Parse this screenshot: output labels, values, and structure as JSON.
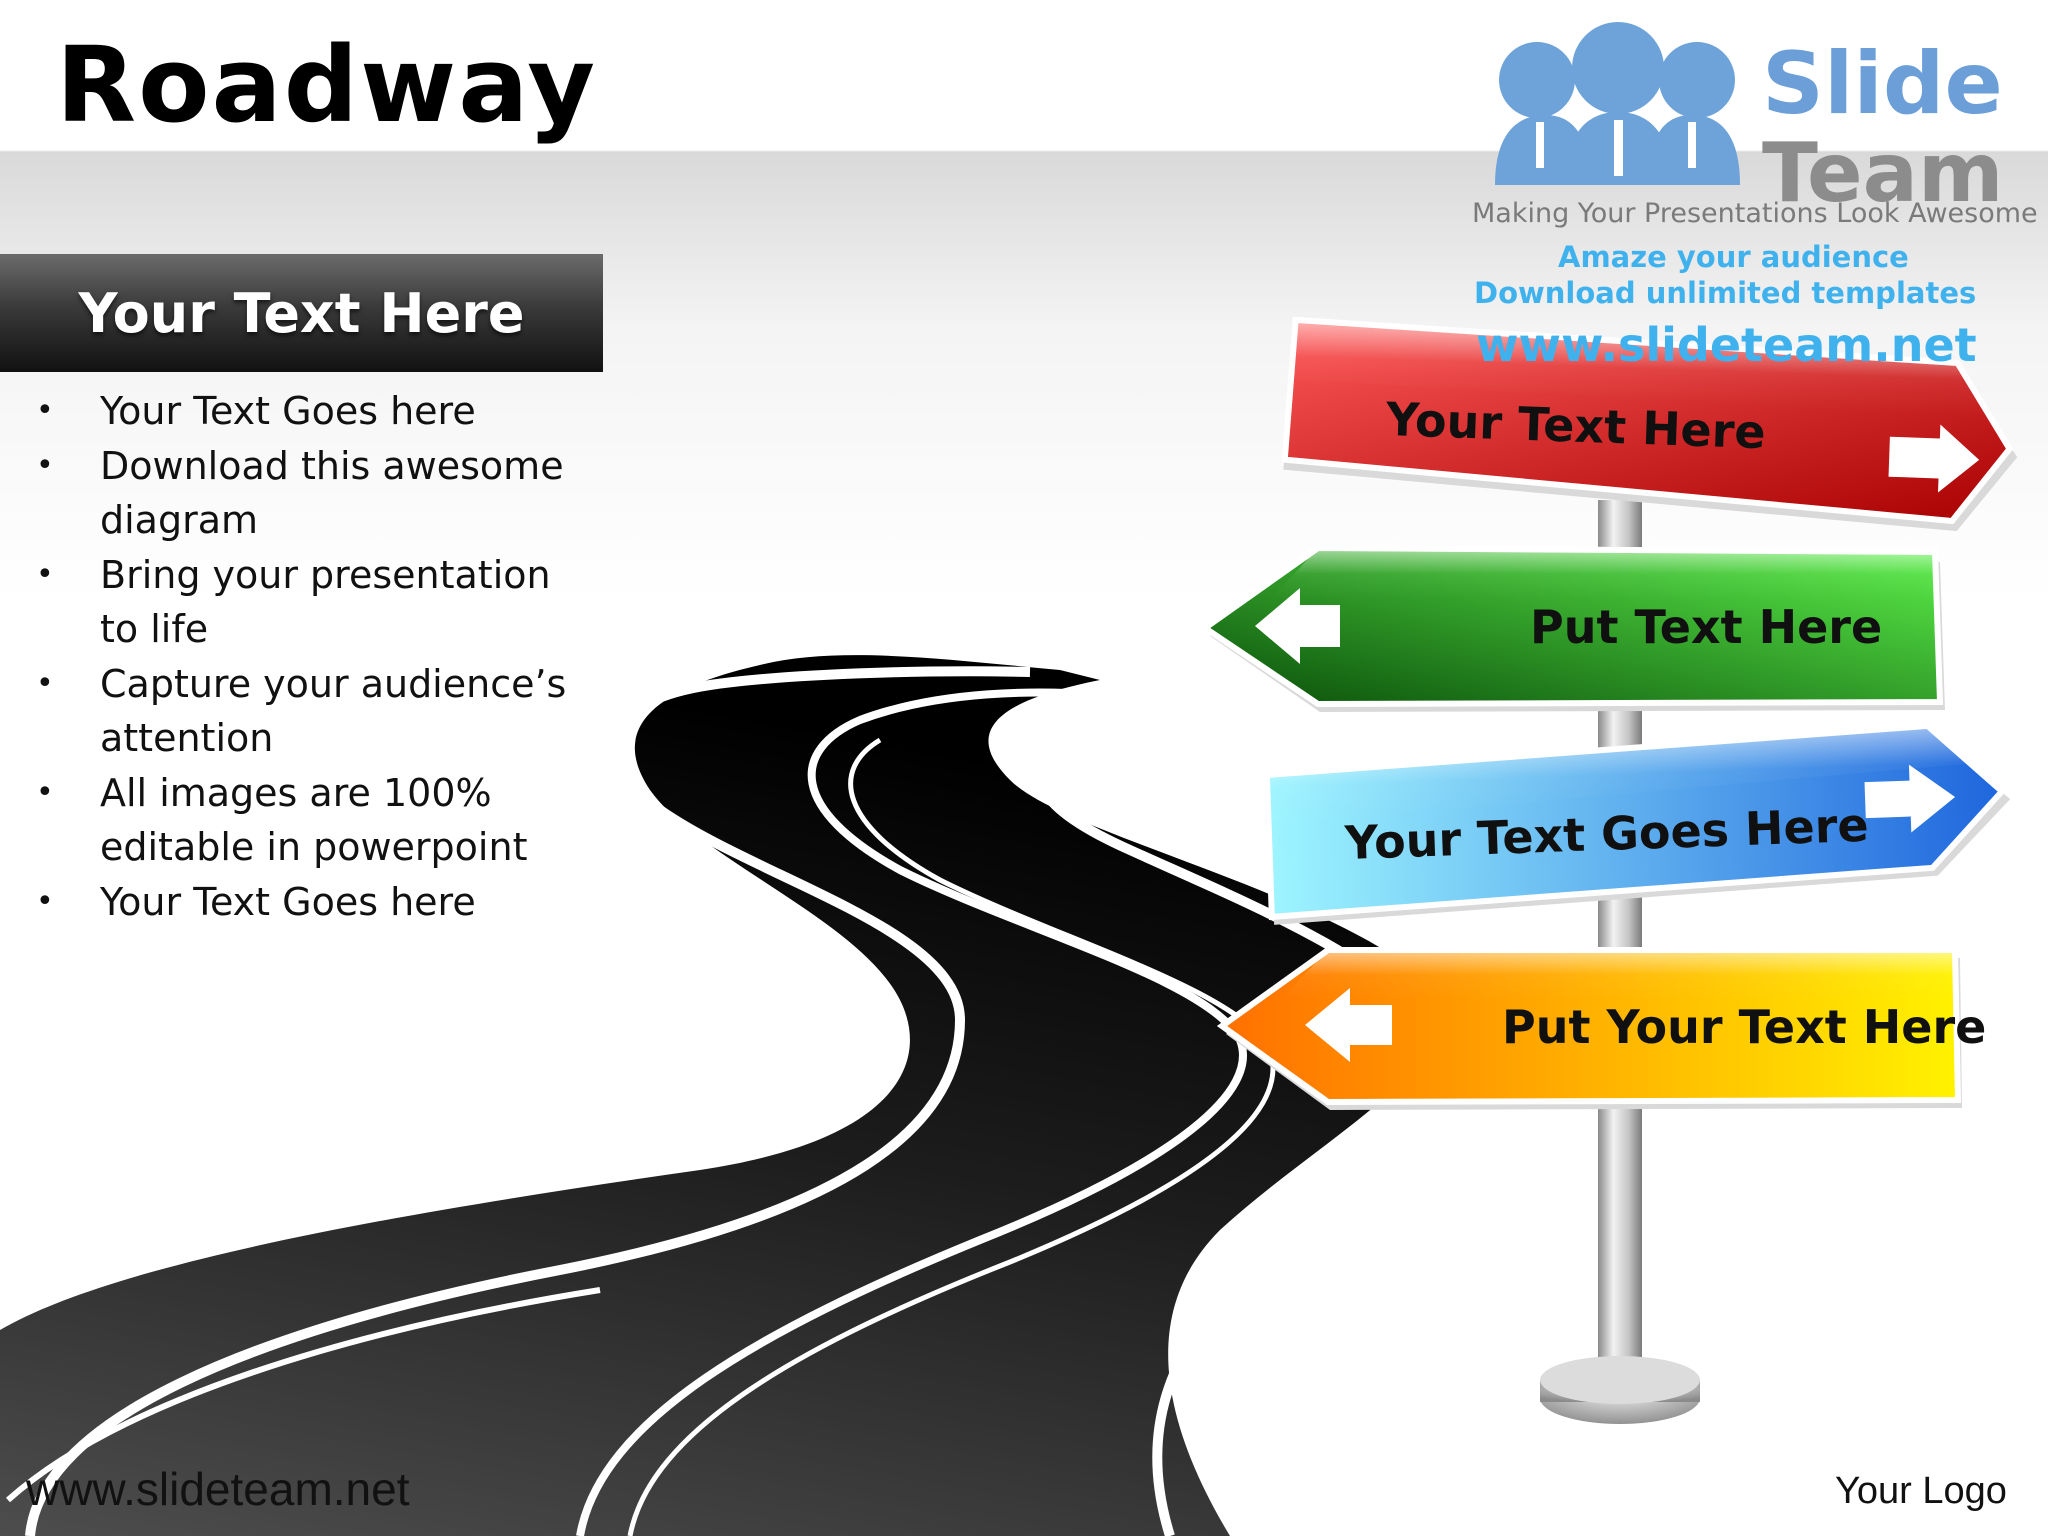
{
  "slide": {
    "title": "Roadway",
    "header": "Your Text Here",
    "bullets": [
      "Your Text Goes here",
      "Download this awesome diagram",
      "Bring your presentation to life",
      "Capture your audience’s attention",
      "All images are 100% editable in powerpoint",
      "Your Text Goes here"
    ],
    "bullet_symbol": "•"
  },
  "logo": {
    "brand_line1": "Slide",
    "brand_line2": "Team",
    "tagline": "Making Your Presentations Look Awesome",
    "promo_line1": "Amaze your audience",
    "promo_line2": "Download unlimited templates",
    "promo_line3": "www.slideteam.net"
  },
  "signs": [
    {
      "label": "Your Text Here",
      "direction": "right",
      "color_light": "#ff4a4a",
      "color_dark": "#b50000"
    },
    {
      "label": "Put Text Here",
      "direction": "left",
      "color_light": "#59f24a",
      "color_dark": "#0d5c0d"
    },
    {
      "label": "Your Text Goes Here",
      "direction": "right",
      "color_light": "#8ff0ff",
      "color_dark": "#1f70e0"
    },
    {
      "label": "Put Your Text Here",
      "direction": "left",
      "color_light": "#ffee00",
      "color_dark": "#ff7a00"
    }
  ],
  "footer": {
    "url": "www.slideteam.net",
    "logo_text": "Your Logo"
  }
}
